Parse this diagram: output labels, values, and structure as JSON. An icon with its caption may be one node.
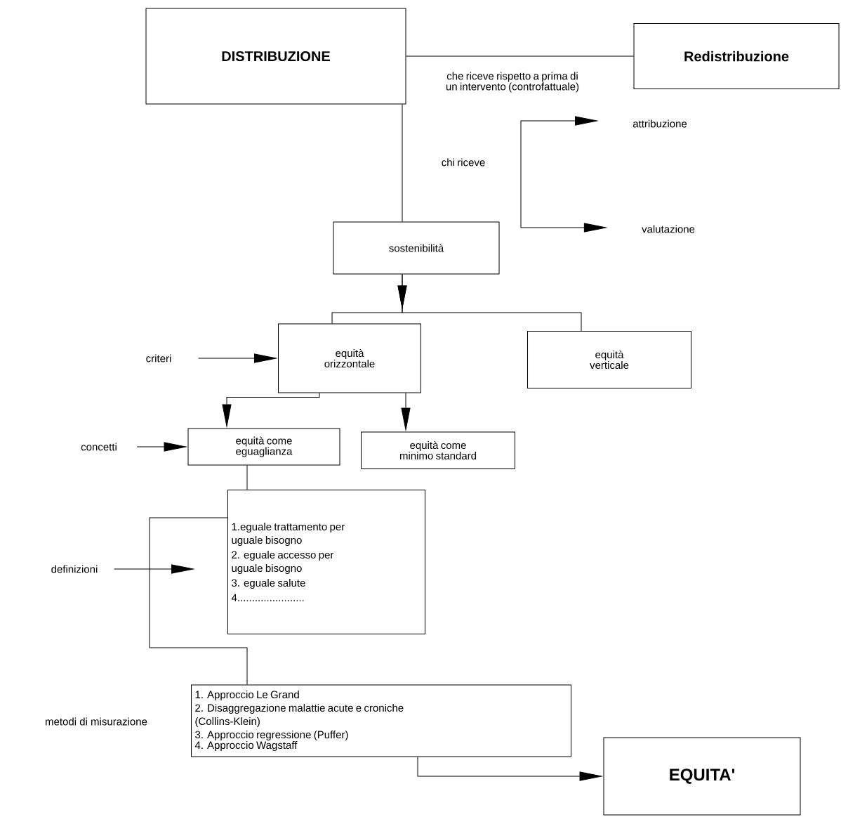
{
  "diagram": {
    "nodes": [
      {
        "text": [
          "DISTRIBUZIONE"
        ]
      },
      {
        "text": [
          "Redistribuzione"
        ]
      },
      {
        "text": [
          "sostenibilità"
        ]
      },
      {
        "text": [
          "attribuzione"
        ]
      },
      {
        "text": [
          "valutazione"
        ]
      },
      {
        "text": [
          "criteri"
        ]
      },
      {
        "text": [
          "equità orizzontale"
        ]
      },
      {
        "text": [
          "equità verticale"
        ]
      },
      {
        "text": [
          "concetti"
        ]
      },
      {
        "text": [
          "equità come eguaglianza"
        ]
      },
      {
        "text": [
          "equità come minimo standard"
        ]
      },
      {
        "text": [
          "1.eguale trattamento per uguale bisogno",
          "2. eguale accesso per uguale bisogno",
          "3. eguale salute",
          "4......................."
        ]
      },
      {
        "text": [
          "definizioni"
        ]
      },
      {
        "text": [
          "1. Approccio Le Grand",
          "2. Disaggregazione malattie acute e croniche (Collins-Klein)",
          "3. Approccio regressione (Puffer)",
          "4. Approccio Wagstaff"
        ]
      },
      {
        "text": [
          "EQUITA'"
        ]
      }
    ],
    "edges": [
      {
        "from": 0,
        "to": 1,
        "arrow": "none",
        "label": "che riceve rispetto a prima di un intervento (controfattuale)"
      },
      {
        "from": 0,
        "to": 2,
        "arrow": "none",
        "label": "chi riceve"
      },
      {
        "from": null,
        "to": 3,
        "arrow": "to"
      },
      {
        "from": null,
        "to": 4,
        "arrow": "to"
      },
      {
        "from": 2,
        "to": 6,
        "arrow": "to"
      },
      {
        "from": 2,
        "to": 7,
        "arrow": "to"
      },
      {
        "from": 5,
        "to": 6,
        "arrow": "to"
      },
      {
        "from": 6,
        "to": 9,
        "arrow": "to"
      },
      {
        "from": 6,
        "to": 10,
        "arrow": "to"
      },
      {
        "from": 8,
        "to": 9,
        "arrow": "to"
      },
      {
        "from": 9,
        "to": 11,
        "arrow": "none"
      },
      {
        "from": 12,
        "to": null,
        "arrow": "to"
      },
      {
        "from": 11,
        "to": 13,
        "arrow": "none"
      },
      {
        "from": 13,
        "to": 14,
        "arrow": "to"
      }
    ],
    "labels": [
      "metodi di misurazione"
    ]
  }
}
